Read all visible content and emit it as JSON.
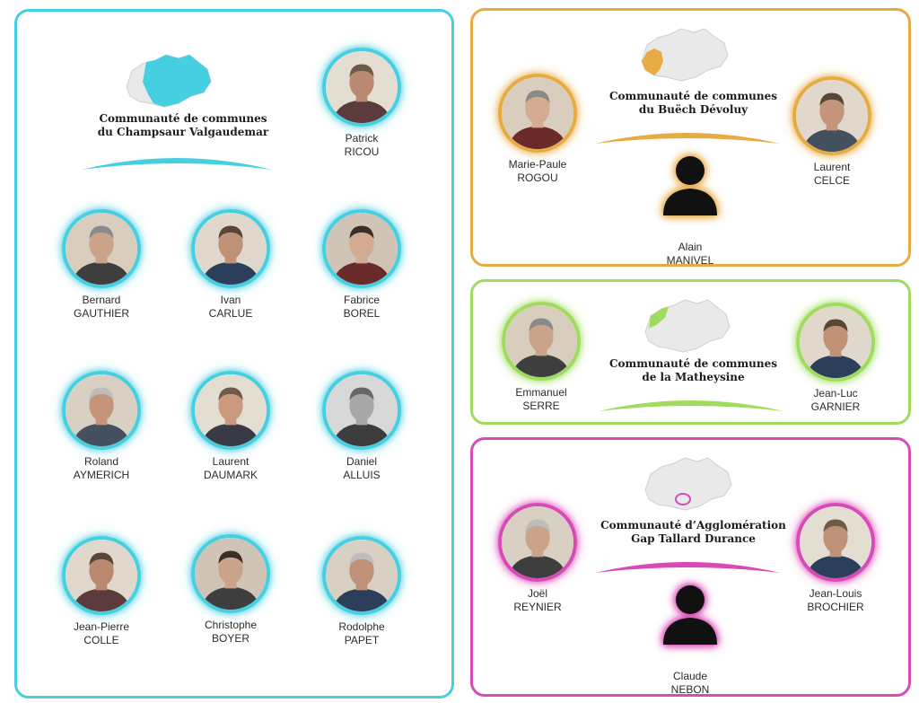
{
  "colors": {
    "cyan": "#46cfe0",
    "orange": "#e7ab43",
    "green": "#9fdc5e",
    "magenta": "#d94ab6",
    "silhouette": "#111111",
    "map_gray": "#e9e9e9"
  },
  "panels": {
    "champsaur": {
      "title_line1": "Communauté de communes",
      "title_line2": "du Champsaur Valgaudemar",
      "members": [
        {
          "first": "Patrick",
          "last": "RICOU"
        },
        {
          "first": "Bernard",
          "last": "GAUTHIER"
        },
        {
          "first": "Ivan",
          "last": "CARLUE"
        },
        {
          "first": "Fabrice",
          "last": "BOREL"
        },
        {
          "first": "Roland",
          "last": "AYMERICH"
        },
        {
          "first": "Laurent",
          "last": "DAUMARK"
        },
        {
          "first": "Daniel",
          "last": "ALLUIS"
        },
        {
          "first": "Jean-Pierre",
          "last": "COLLE"
        },
        {
          "first": "Christophe",
          "last": "BOYER"
        },
        {
          "first": "Rodolphe",
          "last": "PAPET"
        }
      ]
    },
    "buech": {
      "title_line1": "Communauté de communes",
      "title_line2": "du Buëch Dévoluy",
      "members": [
        {
          "first": "Marie-Paule",
          "last": "ROGOU"
        },
        {
          "first": "Laurent",
          "last": "CELCE"
        },
        {
          "first": "Alain",
          "last": "MANIVEL"
        }
      ]
    },
    "matheysine": {
      "title_line1": "Communauté de communes",
      "title_line2": "de la Matheysine",
      "members": [
        {
          "first": "Emmanuel",
          "last": "SERRE"
        },
        {
          "first": "Jean-Luc",
          "last": "GARNIER"
        }
      ]
    },
    "gap": {
      "title_line1": "Communauté d’Agglomération",
      "title_line2": "Gap Tallard Durance",
      "members": [
        {
          "first": "Joël",
          "last": "REYNIER"
        },
        {
          "first": "Jean-Louis",
          "last": "BROCHIER"
        },
        {
          "first": "Claude",
          "last": "NEBON"
        }
      ]
    }
  }
}
